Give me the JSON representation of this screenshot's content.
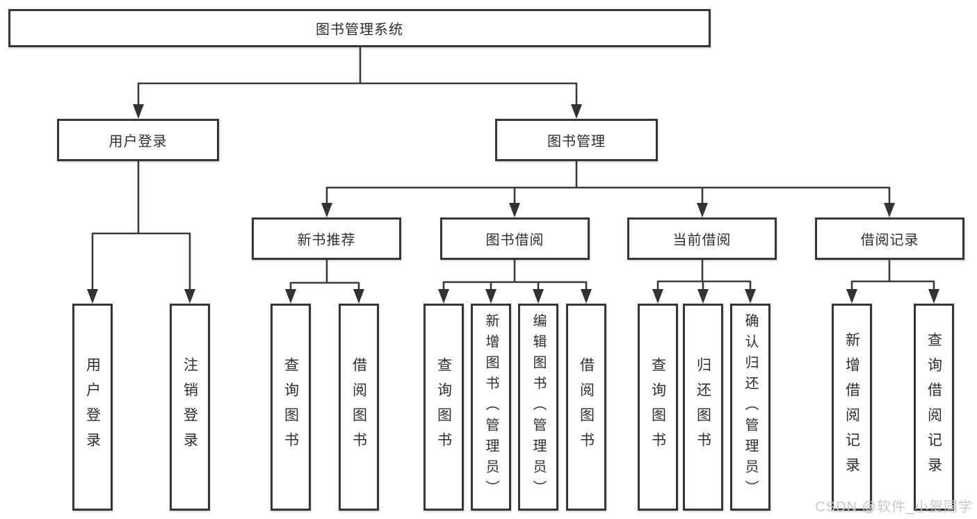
{
  "diagram": {
    "type": "hierarchy",
    "root": {
      "label": "图书管理系统"
    },
    "branches": [
      {
        "label": "用户登录",
        "children": [
          {
            "label": "用户登录"
          },
          {
            "label": "注销登录"
          }
        ]
      },
      {
        "label": "图书管理",
        "children": [
          {
            "label": "新书推荐",
            "children": [
              {
                "label": "查询图书"
              },
              {
                "label": "借阅图书"
              }
            ]
          },
          {
            "label": "图书借阅",
            "children": [
              {
                "label": "查询图书"
              },
              {
                "label": "新增图书（管理员）"
              },
              {
                "label": "编辑图书（管理员）"
              },
              {
                "label": "借阅图书"
              }
            ]
          },
          {
            "label": "当前借阅",
            "children": [
              {
                "label": "查询图书"
              },
              {
                "label": "归还图书"
              },
              {
                "label": "确认归还（管理员）"
              }
            ]
          },
          {
            "label": "借阅记录",
            "children": [
              {
                "label": "新增借阅记录"
              },
              {
                "label": "查询借阅记录"
              }
            ]
          }
        ]
      }
    ]
  },
  "watermark": {
    "text": "CSDN @软件_小贺同学"
  },
  "colors": {
    "line": "#3a3a3a",
    "box_border": "#363636",
    "text": "#2e2e2e",
    "watermark": "#c8c8c8",
    "background": "#ffffff"
  }
}
